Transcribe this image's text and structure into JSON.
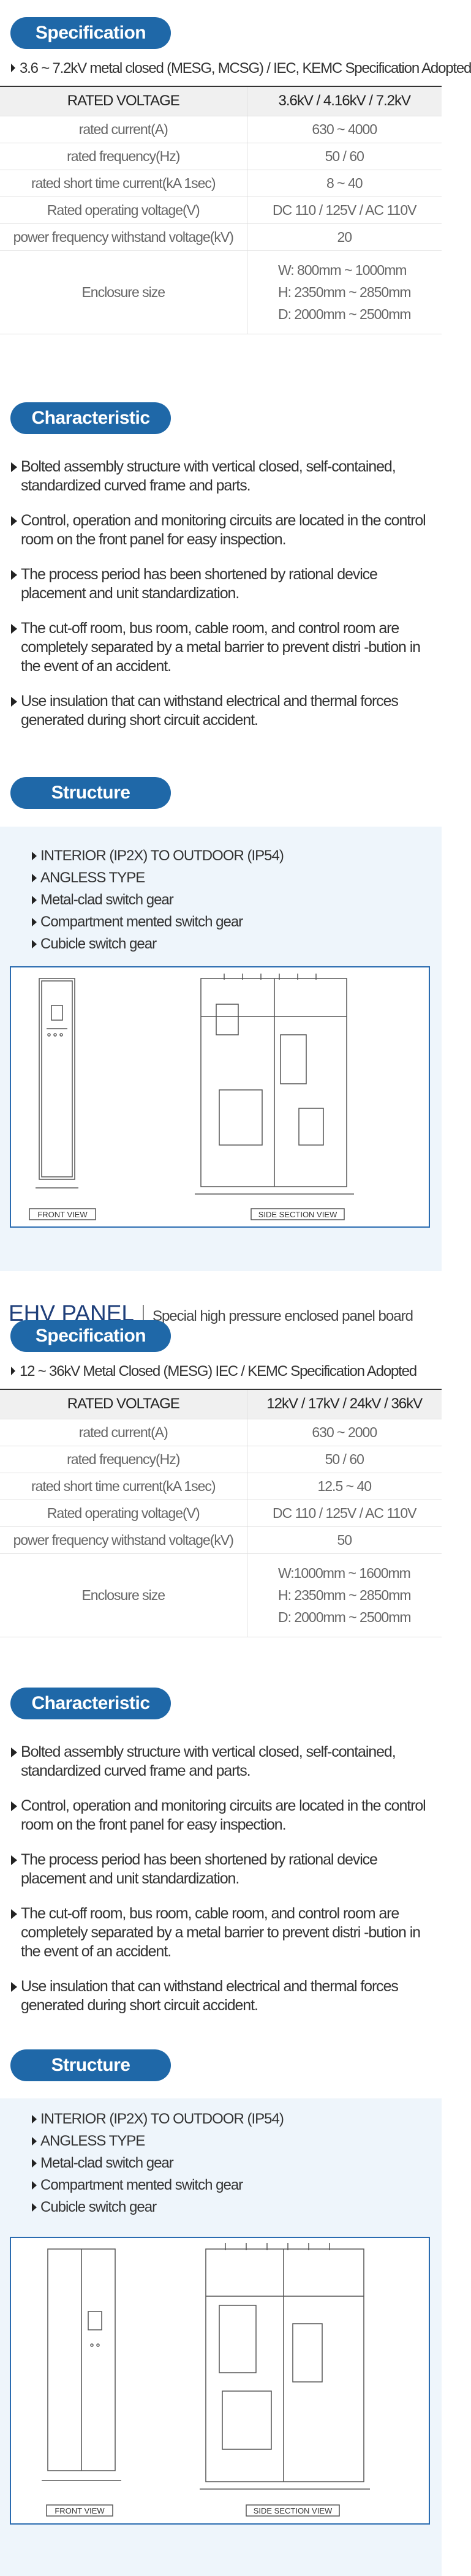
{
  "s1": {
    "spec_pill": "Specification",
    "spec_subtitle": "3.6 ~ 7.2kV metal closed (MESG, MCSG) / IEC, KEMC Specification Adopted",
    "table": {
      "header": [
        "RATED VOLTAGE",
        "3.6kV / 4.16kV / 7.2kV"
      ],
      "rows": [
        [
          "rated current(A)",
          "630 ~ 4000"
        ],
        [
          "rated frequency(Hz)",
          "50 / 60"
        ],
        [
          "rated short time current(kA 1sec)",
          "8 ~ 40"
        ],
        [
          "Rated operating voltage(V)",
          "DC 110 / 125V / AC 110V"
        ],
        [
          "power frequency withstand voltage(kV)",
          "20"
        ]
      ],
      "enclosure_label": "Enclosure size",
      "enclosure": [
        "W: 800mm ~ 1000mm",
        "H: 2350mm ~ 2850mm",
        "D: 2000mm ~ 2500mm"
      ]
    },
    "char_pill": "Characteristic",
    "characteristics": [
      "Bolted assembly structure with vertical closed, self-contained, standardized curved frame and parts.",
      "Control, operation and monitoring circuits are located in the control room on the front panel for easy inspection.",
      "The process period has been shortened by rational device placement and unit standardization.",
      "The cut-off room, bus room, cable room, and control room are completely separated by a metal barrier to prevent distri -bution in the event of an accident.",
      "Use insulation that can withstand electrical and thermal forces generated during short circuit accident."
    ],
    "struct_pill": "Structure",
    "structure": [
      "INTERIOR (IP2X) TO OUTDOOR (IP54)",
      "ANGLESS TYPE",
      "Metal-clad switch gear",
      "Compartment mented switch gear",
      "Cubicle switch gear"
    ],
    "front_view": "FRONT VIEW",
    "side_view": "SIDE SECTION VIEW"
  },
  "ehv": {
    "title": "EHV PANEL",
    "subtitle": "Special high pressure enclosed panel board"
  },
  "s2": {
    "spec_pill": "Specification",
    "spec_subtitle": "12 ~ 36kV Metal Closed (MESG) IEC / KEMC Specification Adopted",
    "table": {
      "header": [
        "RATED VOLTAGE",
        "12kV / 17kV / 24kV / 36kV"
      ],
      "rows": [
        [
          "rated current(A)",
          "630 ~ 2000"
        ],
        [
          "rated frequency(Hz)",
          "50 / 60"
        ],
        [
          "rated short time current(kA 1sec)",
          "12.5 ~ 40"
        ],
        [
          "Rated operating voltage(V)",
          "DC 110 / 125V / AC 110V"
        ],
        [
          "power frequency withstand voltage(kV)",
          "50"
        ]
      ],
      "enclosure_label": "Enclosure size",
      "enclosure": [
        "W:1000mm ~ 1600mm",
        "H: 2350mm ~ 2850mm",
        "D: 2000mm ~ 2500mm"
      ]
    },
    "char_pill": "Characteristic",
    "characteristics": [
      "Bolted assembly structure with vertical closed, self-contained, standardized curved frame and parts.",
      "Control, operation and monitoring circuits are located in the control room on the front panel for easy inspection.",
      "The process period has been shortened by rational device placement and unit standardization.",
      "The cut-off room, bus room, cable room, and control room are completely separated by a metal barrier to prevent distri -bution in the event of an accident.",
      "Use insulation that can withstand electrical and thermal forces generated during short circuit accident."
    ],
    "struct_pill": "Structure",
    "structure": [
      "INTERIOR (IP2X) TO OUTDOOR (IP54)",
      "ANGLESS TYPE",
      "Metal-clad switch gear",
      "Compartment mented switch gear",
      "Cubicle switch gear"
    ],
    "front_view": "FRONT VIEW",
    "side_view": "SIDE SECTION VIEW"
  },
  "colors": {
    "accent": "#1f68a8",
    "struct_bg": "#eef5fb",
    "ehv_title": "#1f3f7a"
  }
}
